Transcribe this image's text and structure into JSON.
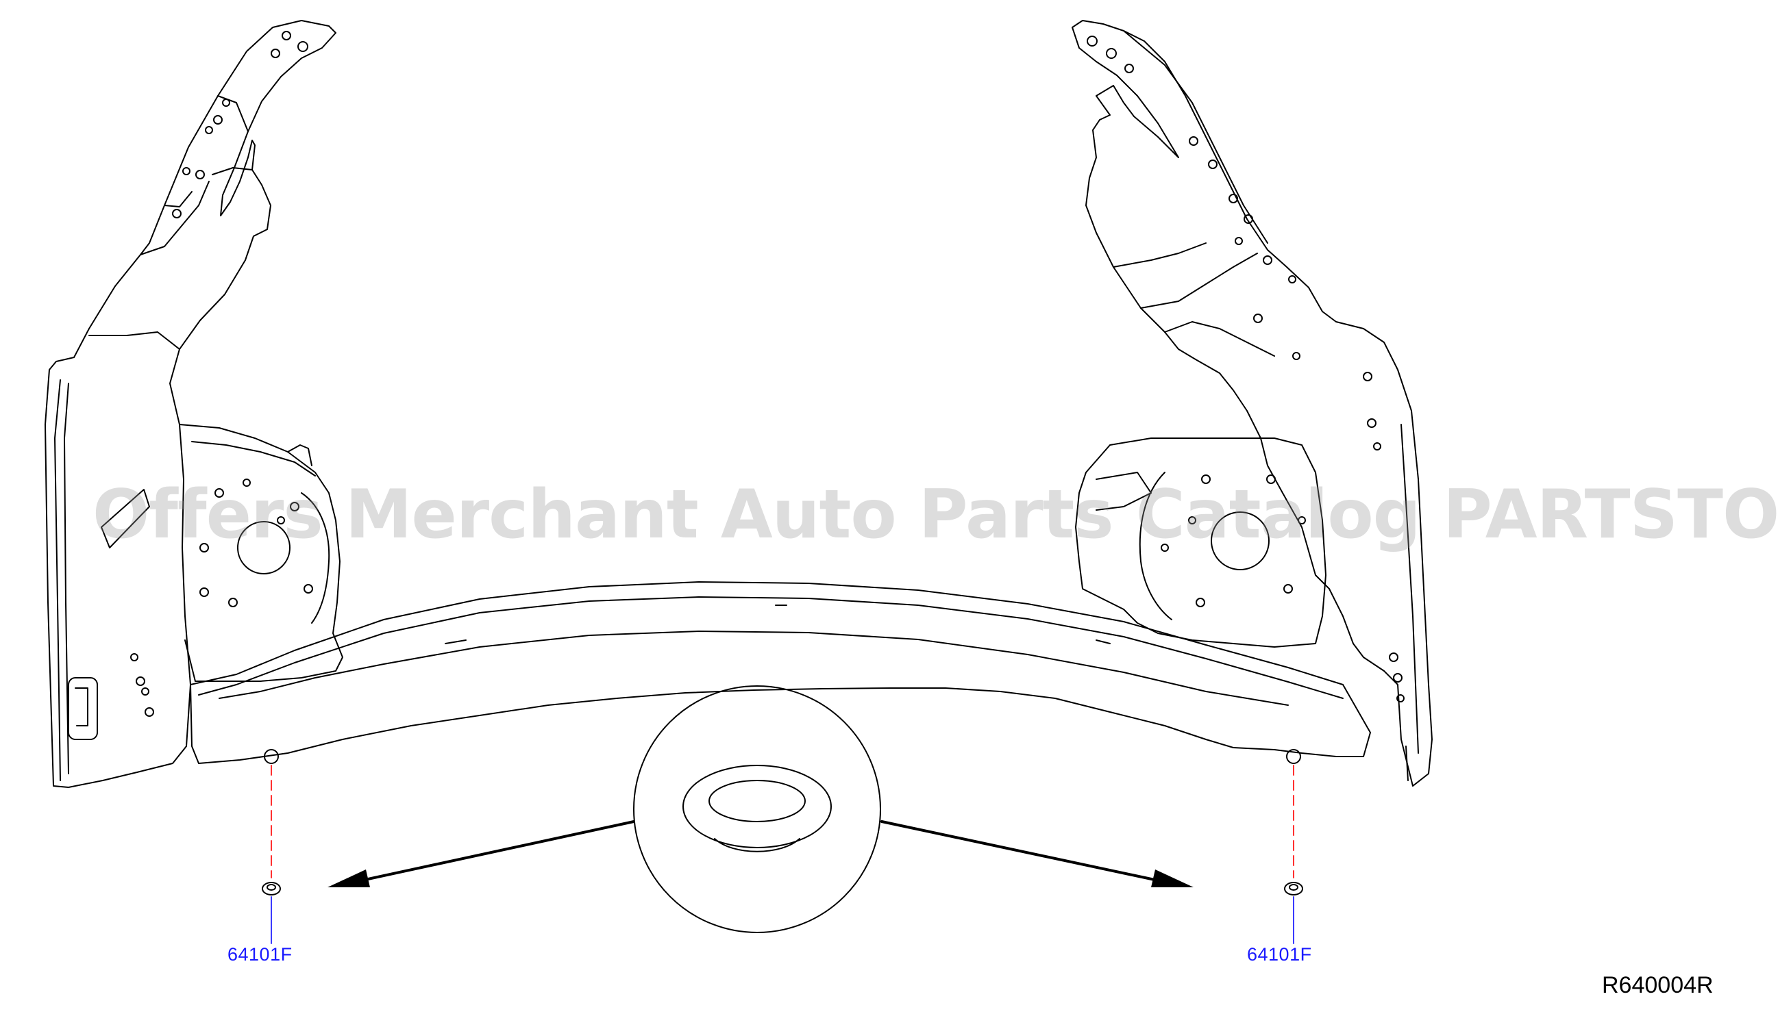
{
  "watermark": "Offers Merchant Auto Parts Catalog PARTSTORE.SA",
  "callouts": [
    {
      "part_number": "64101F",
      "side": "left"
    },
    {
      "part_number": "64101F",
      "side": "right"
    }
  ],
  "figure_code": "R640004R",
  "colors": {
    "line": "#000000",
    "callout_text": "#1a1aff",
    "leader_blue": "#3a3aff",
    "leader_red": "#ff3030",
    "watermark": "#969696"
  }
}
